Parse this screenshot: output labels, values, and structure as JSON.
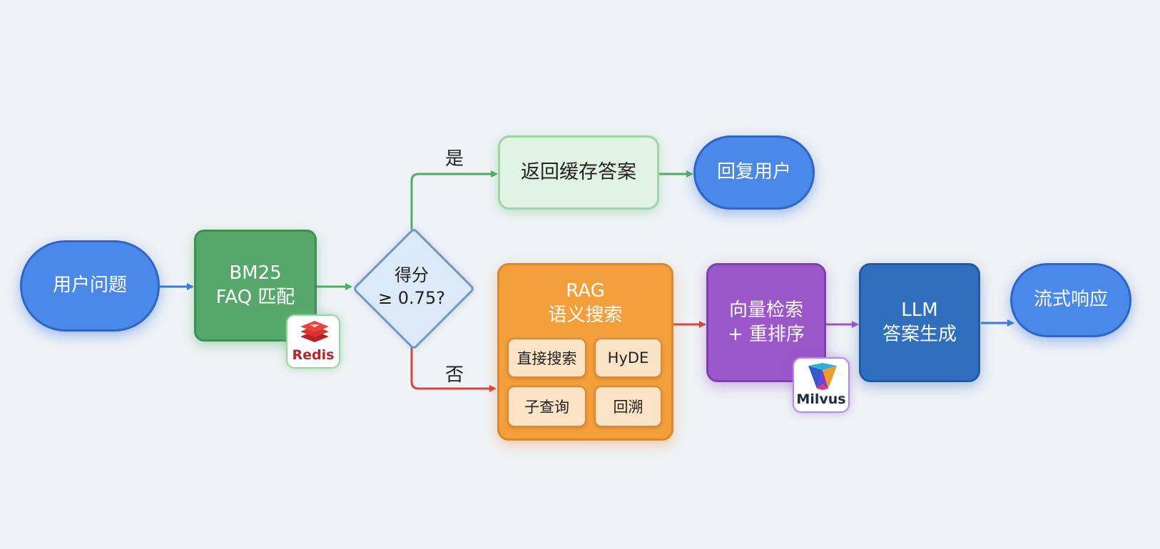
{
  "nodes": {
    "user_question": "用户问题",
    "bm25": [
      "BM25",
      "FAQ 匹配"
    ],
    "decision": [
      "得分",
      "≥ 0.75?"
    ],
    "return_cache": "返回缓存答案",
    "reply_user": "回复用户",
    "rag": {
      "title": [
        "RAG",
        "语义搜索"
      ],
      "methods": [
        "直接搜索",
        "HyDE",
        "子查询",
        "回溯"
      ]
    },
    "vector_search": [
      "向量检索",
      "+ 重排序"
    ],
    "llm": [
      "LLM",
      "答案生成"
    ],
    "streaming": "流式响应"
  },
  "edge_labels": {
    "yes": "是",
    "no": "否"
  },
  "badges": {
    "redis": "Redis",
    "milvus": "Milvus"
  },
  "icons": {
    "redis": "redis-logo-icon",
    "milvus": "milvus-logo-icon"
  },
  "colors": {
    "blue": "#4a88ea",
    "green": "#56a86a",
    "light_green": "#e1f3e4",
    "orange": "#f39f3c",
    "purple": "#9b56c9",
    "dark_blue": "#2f6fbd",
    "edge_green": "#4caf5c",
    "edge_red": "#d9443c"
  }
}
